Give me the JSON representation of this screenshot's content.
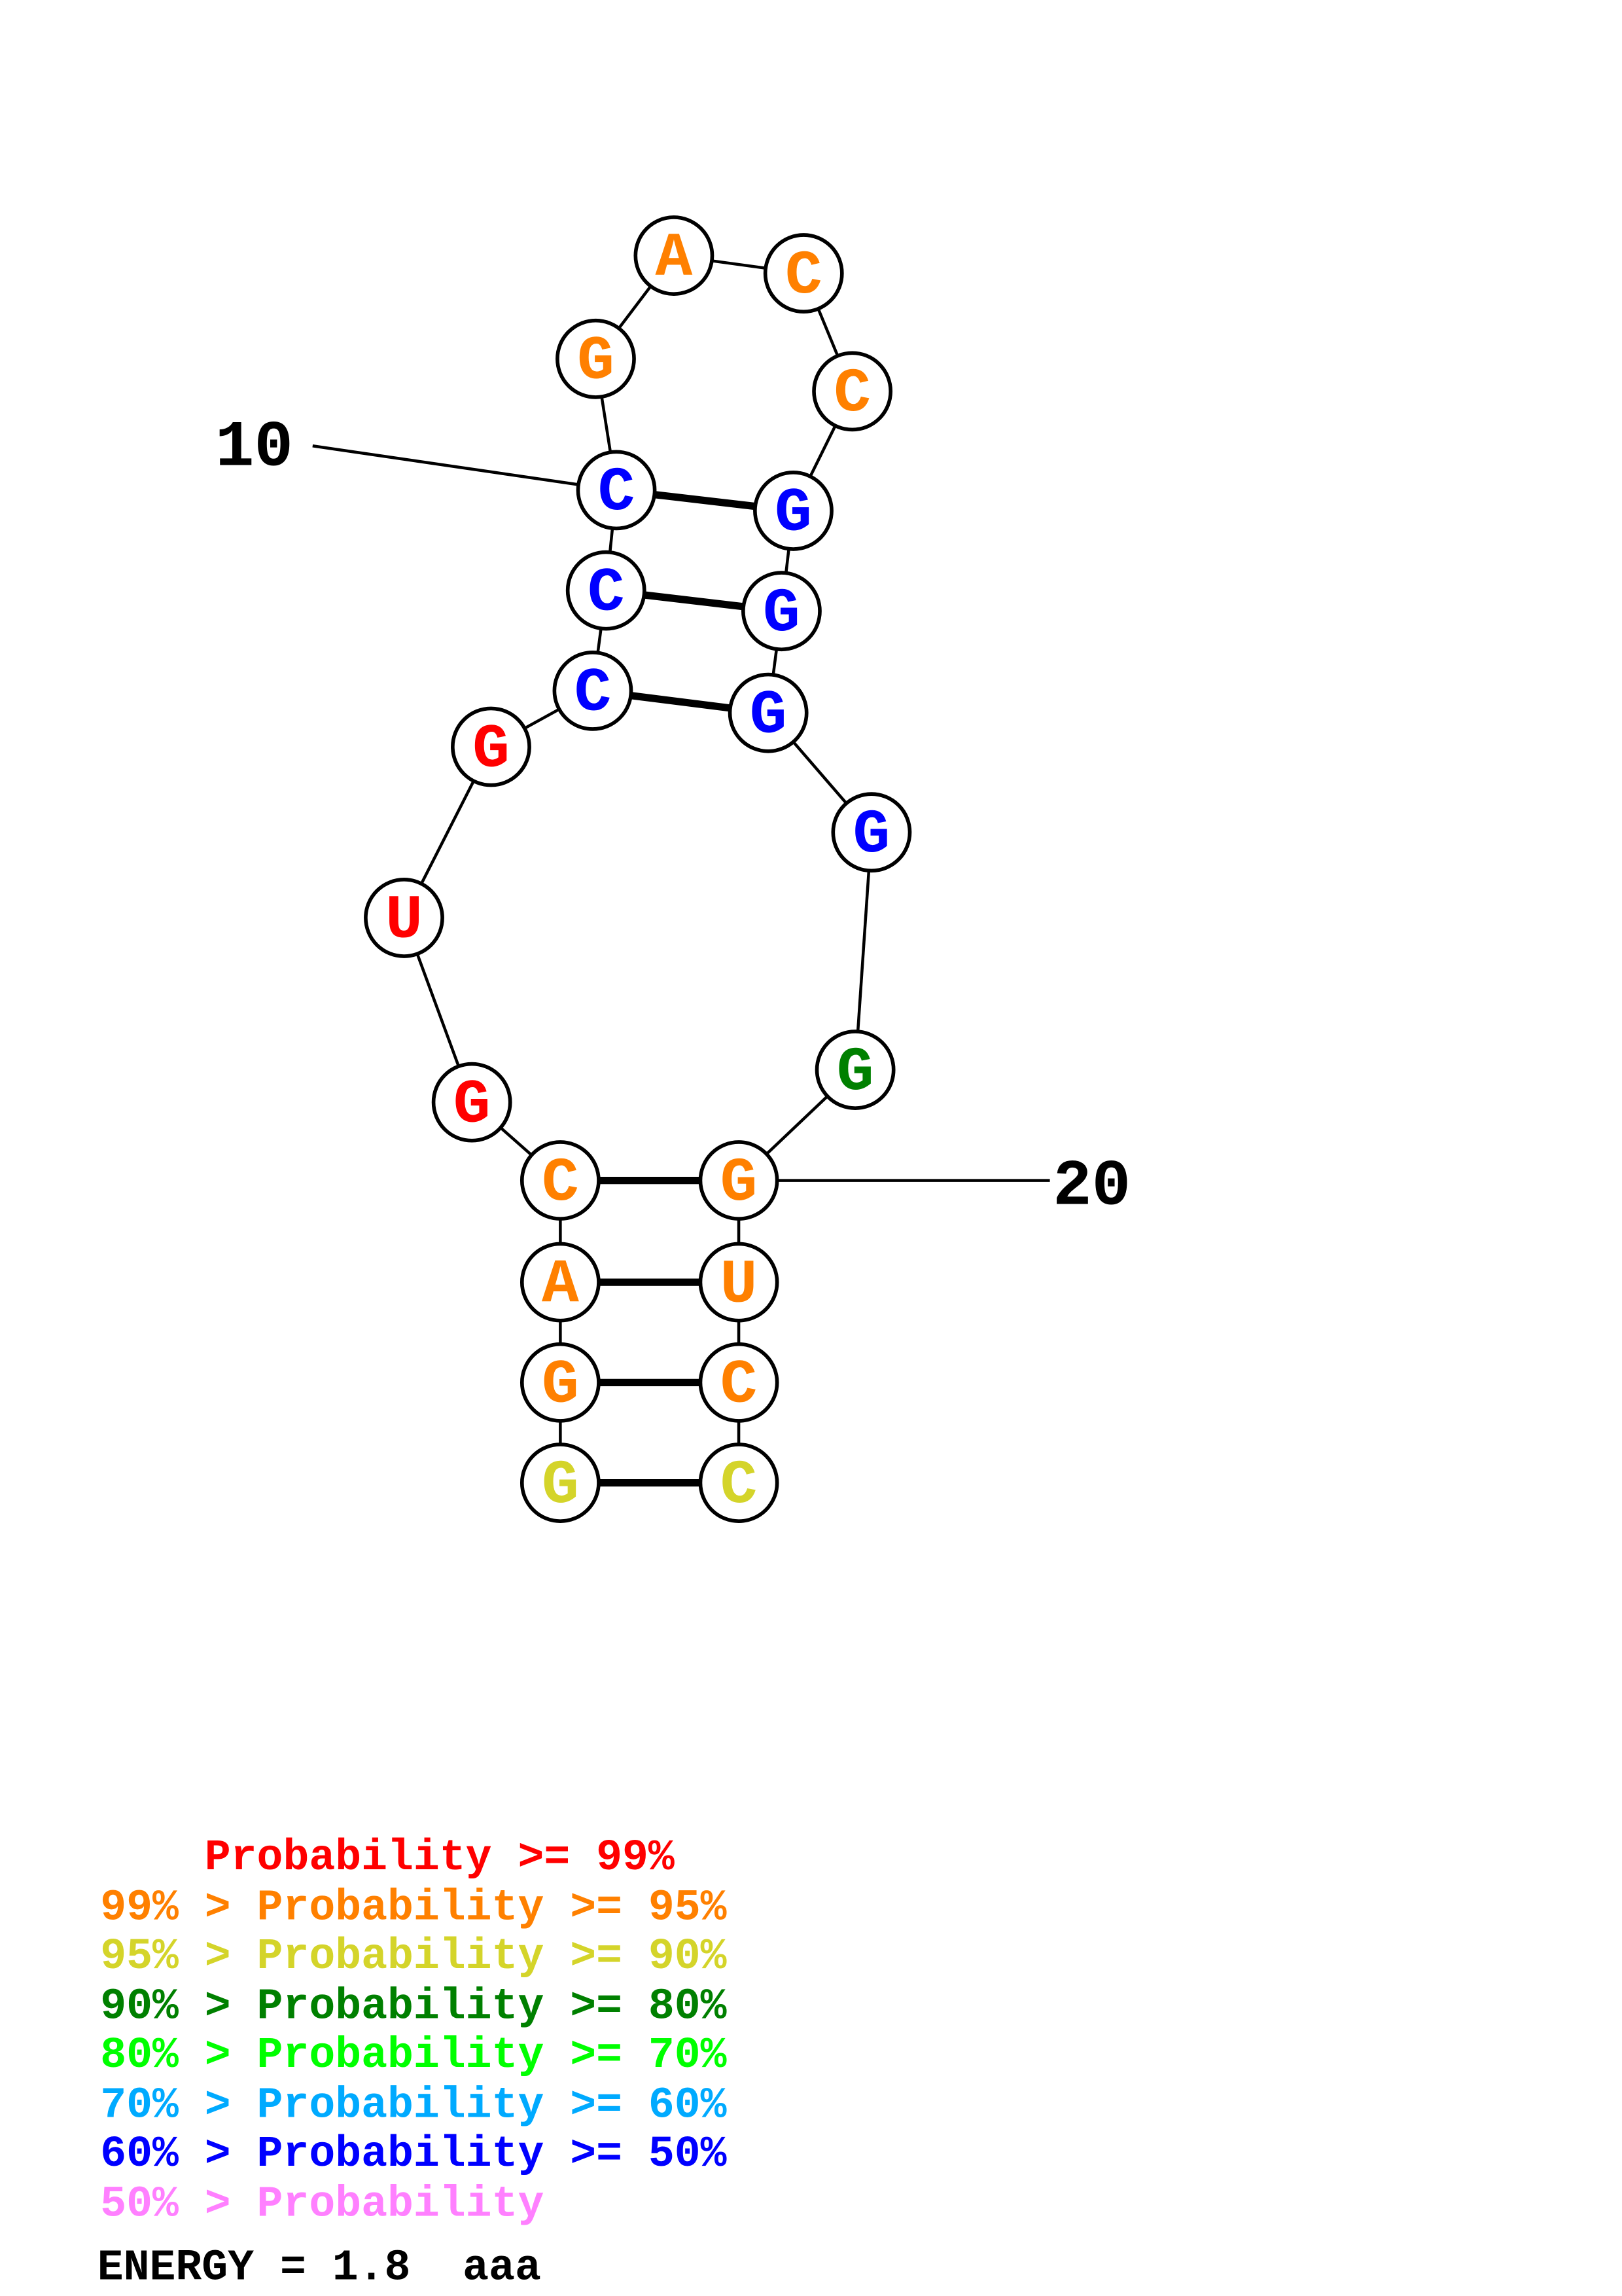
{
  "colors": {
    "p99": "#ff0000",
    "p95": "#ff8000",
    "p90": "#d4d42a",
    "p80": "#008000",
    "p70": "#00ff00",
    "p60": "#00aaff",
    "p50": "#0000ff",
    "plow": "#ff80ff"
  },
  "structure": {
    "sequence": "GGACGUGCCCGACCGGGGGGUCC",
    "nucleotides": [
      {
        "base": "G",
        "tier": "p90"
      },
      {
        "base": "G",
        "tier": "p95"
      },
      {
        "base": "A",
        "tier": "p95"
      },
      {
        "base": "C",
        "tier": "p95"
      },
      {
        "base": "G",
        "tier": "p99"
      },
      {
        "base": "U",
        "tier": "p99"
      },
      {
        "base": "G",
        "tier": "p99"
      },
      {
        "base": "C",
        "tier": "p50"
      },
      {
        "base": "C",
        "tier": "p50"
      },
      {
        "base": "C",
        "tier": "p50"
      },
      {
        "base": "G",
        "tier": "p95"
      },
      {
        "base": "A",
        "tier": "p95"
      },
      {
        "base": "C",
        "tier": "p95"
      },
      {
        "base": "C",
        "tier": "p95"
      },
      {
        "base": "G",
        "tier": "p50"
      },
      {
        "base": "G",
        "tier": "p50"
      },
      {
        "base": "G",
        "tier": "p50"
      },
      {
        "base": "G",
        "tier": "p50"
      },
      {
        "base": "G",
        "tier": "p80"
      },
      {
        "base": "G",
        "tier": "p95"
      },
      {
        "base": "U",
        "tier": "p95"
      },
      {
        "base": "C",
        "tier": "p95"
      },
      {
        "base": "C",
        "tier": "p90"
      }
    ],
    "pairs": [
      [
        1,
        23
      ],
      [
        2,
        22
      ],
      [
        3,
        21
      ],
      [
        4,
        20
      ],
      [
        8,
        17
      ],
      [
        9,
        16
      ],
      [
        10,
        15
      ]
    ],
    "position_labels": [
      {
        "index": 10,
        "text": "10"
      },
      {
        "index": 20,
        "text": "20"
      }
    ]
  },
  "legend": [
    {
      "text": "    Probability >= 99%",
      "tier": "p99"
    },
    {
      "text": "99% > Probability >= 95%",
      "tier": "p95"
    },
    {
      "text": "95% > Probability >= 90%",
      "tier": "p90"
    },
    {
      "text": "90% > Probability >= 80%",
      "tier": "p80"
    },
    {
      "text": "80% > Probability >= 70%",
      "tier": "p70"
    },
    {
      "text": "70% > Probability >= 60%",
      "tier": "p60"
    },
    {
      "text": "60% > Probability >= 50%",
      "tier": "p50"
    },
    {
      "text": "50% > Probability",
      "tier": "plow"
    }
  ],
  "energy": "ENERGY = 1.8  aaa"
}
